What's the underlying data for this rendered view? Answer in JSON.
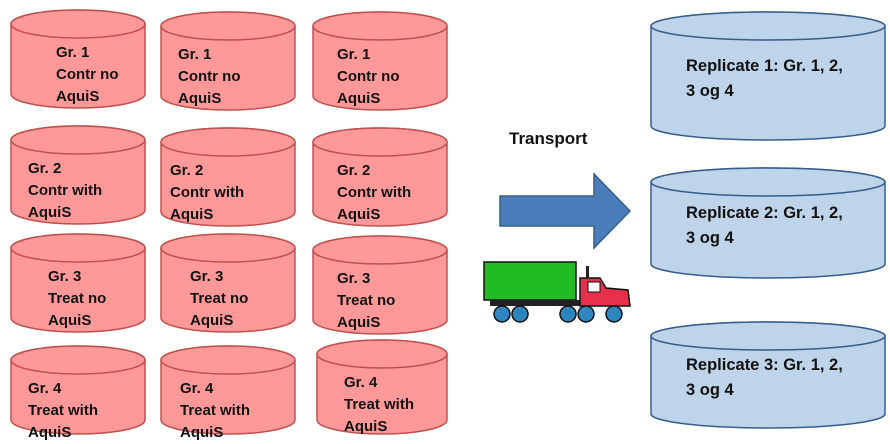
{
  "colors": {
    "group_fill": "#FF9999",
    "group_stroke": "#C0504D",
    "replicate_fill": "#BDD4EA",
    "replicate_stroke": "#385D8A",
    "arrow_fill": "#4A7EBB",
    "arrow_stroke": "#385D8A",
    "truck_trailer": "#22BB22",
    "truck_cab": "#E8304A",
    "truck_wheels": "#2E86C1"
  },
  "groups": [
    {
      "lines": [
        "Gr. 1",
        "Contr no",
        "AquiS"
      ]
    },
    {
      "lines": [
        "Gr. 1",
        "Contr no",
        "AquiS"
      ]
    },
    {
      "lines": [
        "Gr. 1",
        "Contr no",
        "AquiS"
      ]
    },
    {
      "lines": [
        "Gr. 2",
        "Contr with",
        "AquiS"
      ]
    },
    {
      "lines": [
        "Gr. 2",
        "Contr with",
        "AquiS"
      ]
    },
    {
      "lines": [
        "Gr. 2",
        "Contr with",
        "AquiS"
      ]
    },
    {
      "lines": [
        "Gr. 3",
        "Treat no",
        "AquiS"
      ]
    },
    {
      "lines": [
        "Gr. 3",
        "Treat no",
        "AquiS"
      ]
    },
    {
      "lines": [
        "Gr. 3",
        "Treat no",
        "AquiS"
      ]
    },
    {
      "lines": [
        "Gr. 4",
        "Treat with",
        "AquiS"
      ]
    },
    {
      "lines": [
        "Gr. 4",
        "Treat with",
        "AquiS"
      ]
    },
    {
      "lines": [
        "Gr. 4",
        "Treat with",
        "AquiS"
      ]
    }
  ],
  "transport_label": "Transport",
  "replicates": [
    {
      "lines": [
        "Replicate 1: Gr. 1, 2,",
        "3 og 4"
      ]
    },
    {
      "lines": [
        "Replicate 2: Gr. 1, 2,",
        "3 og 4"
      ]
    },
    {
      "lines": [
        "Replicate 3: Gr. 1, 2,",
        "3 og 4"
      ]
    }
  ],
  "icons": {
    "arrow": "right-arrow-icon",
    "truck": "truck-icon"
  }
}
